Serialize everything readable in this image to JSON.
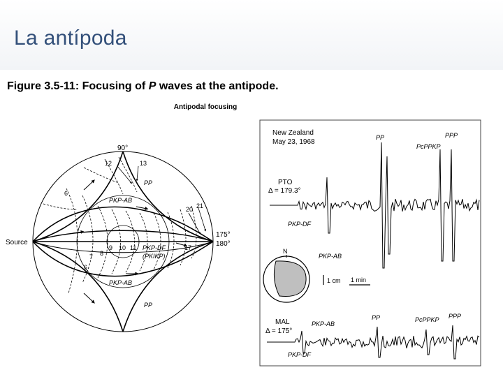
{
  "slide": {
    "title": "La antípoda",
    "caption": {
      "before": "Figure 3.5-11: Focusing of ",
      "italic": "P",
      "after": " waves at the antipode."
    }
  },
  "left_panel": {
    "heading": "Antipodal focusing",
    "source_label": "Source",
    "angle_top": "90°",
    "angle_175": "175°",
    "angle_180": "180°",
    "ray_labels": {
      "pp_top": "PP",
      "pp_bottom": "PP",
      "pkp_ab_top": "PKP-AB",
      "pkp_ab_bottom": "PKP-AB",
      "pkp_df": "PKP-DF",
      "pkikp": "(PKIKP)"
    },
    "numbers": {
      "n12": "12",
      "n13": "13",
      "n6a": "6",
      "n20": "20",
      "n21": "21",
      "n9": "9",
      "n10": "10",
      "n11": "11",
      "n7": "7",
      "n8": "8",
      "n6b": "6",
      "n17": "17"
    }
  },
  "right_panel": {
    "event_place": "New Zealand",
    "event_date": "May 23, 1968",
    "station1": {
      "name": "PTO",
      "delta": "Δ = 179.3°"
    },
    "station2": {
      "name": "MAL",
      "delta": "Δ = 175°"
    },
    "phases": {
      "pp": "PP",
      "ppp": "PPP",
      "pcppkp": "PcPPKP",
      "pkp_df_1": "PKP-DF",
      "pkp_ab_1": "PKP-AB",
      "pp_2": "PP",
      "pcppkp_2": "PcPPKP",
      "ppp_2": "PPP",
      "pkp_ab_2": "PKP-AB",
      "pkp_df_2": "PKP-DF"
    },
    "compass_n": "N",
    "scale_amp": "1 cm",
    "scale_time": "1 min"
  }
}
